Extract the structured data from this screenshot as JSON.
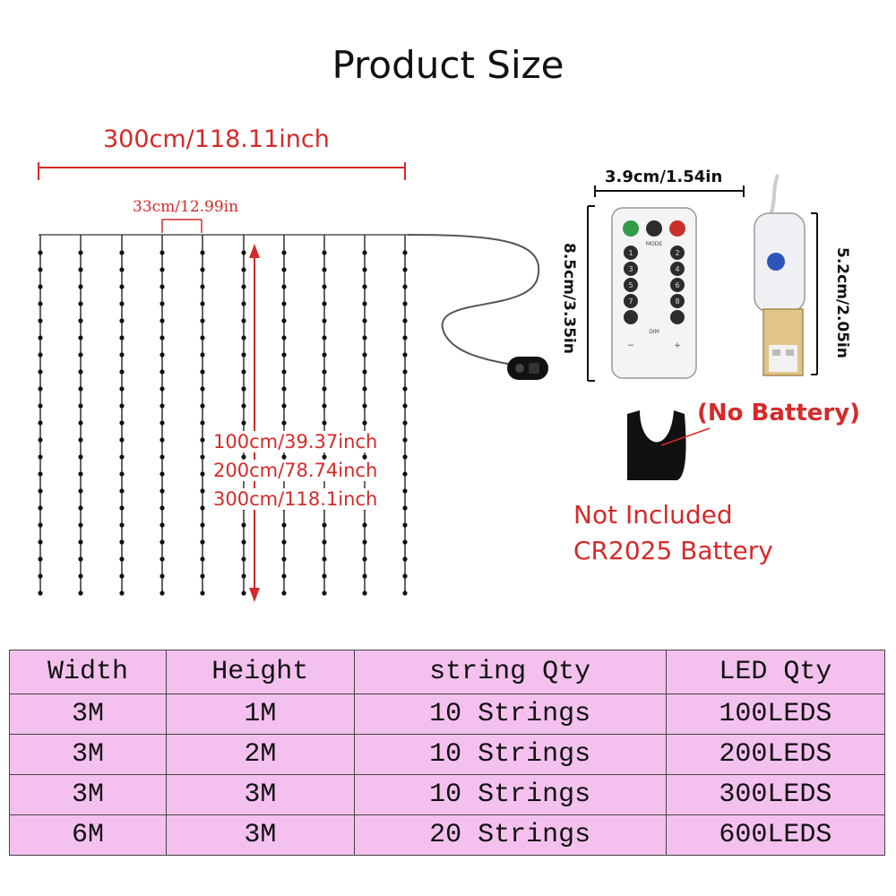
{
  "title": "Product Size",
  "dimensions": {
    "total_width": "300cm/118.11inch",
    "spacing": "33cm/12.99in",
    "heights": [
      "100cm/39.37inch",
      "200cm/78.74inch",
      "300cm/118.1inch"
    ],
    "remote_width": "3.9cm/1.54in",
    "remote_height": "8.5cm/3.35in",
    "usb_height": "5.2cm/2.05in"
  },
  "remote": {
    "top_buttons": [
      "",
      "",
      ""
    ],
    "mode_label": "MODE",
    "dim_label": "DIM",
    "minus_label": "−",
    "plus_label": "+",
    "left_numbers": [
      "1",
      "3",
      "5",
      "7",
      ""
    ],
    "right_numbers": [
      "2",
      "4",
      "6",
      "8",
      ""
    ]
  },
  "battery": {
    "no_battery": "(No Battery)",
    "line1": "Not Included",
    "line2": "CR2025 Battery"
  },
  "table": {
    "headers": [
      "Width",
      "Height",
      "string Qty",
      "LED Qty"
    ],
    "rows": [
      [
        "3M",
        "1M",
        "10 Strings",
        "100LEDS"
      ],
      [
        "3M",
        "2M",
        "10 Strings",
        "200LEDS"
      ],
      [
        "3M",
        "3M",
        "10 Strings",
        "300LEDS"
      ],
      [
        "6M",
        "3M",
        "20 Strings",
        "600LEDS"
      ]
    ]
  },
  "colors": {
    "accent_red": "#d42a2a",
    "table_bg": "#f4c1ee",
    "remote_green": "#2f9a48",
    "remote_red": "#c9302c",
    "usb_blue": "#2b55b8"
  }
}
